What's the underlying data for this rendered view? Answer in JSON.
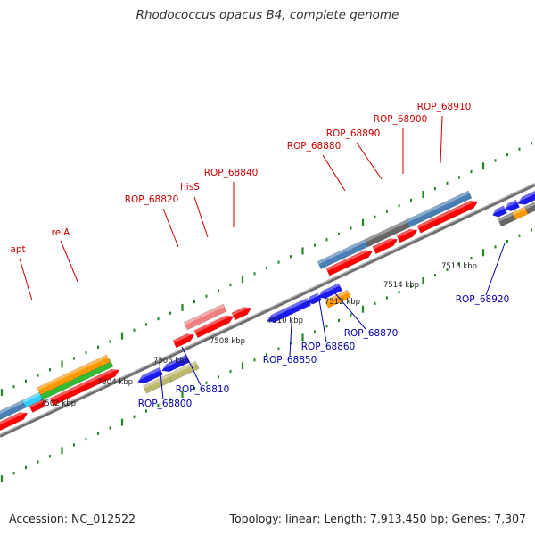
{
  "title": "Rhodococcus opacus B4, complete genome",
  "footer": {
    "accession_label": "Accession:",
    "accession": "NC_012522",
    "topology_label": "Topology:",
    "topology": "linear",
    "length_label": "Length:",
    "length": "7,913,450 bp",
    "genes_label": "Genes:",
    "genes": "7,307"
  },
  "colors": {
    "forward_label": "#cc0000",
    "reverse_label": "#0000aa",
    "backbone": "#888888",
    "tick": "#228822",
    "gene_red": "#ff0000",
    "gene_blue": "#1a1aee",
    "gene_steel": "#4a7fb5",
    "gene_gray": "#666666",
    "gene_orange": "#ff9900",
    "gene_green": "#33bb33",
    "gene_khaki": "#bdb76b",
    "gene_pink": "#ee8080",
    "gene_cyan": "#33ccff"
  },
  "scale_ticks": [
    "7502 kbp",
    "7504 kbp",
    "7506 kbp",
    "7508 kbp",
    "7510 kbp",
    "7512 kbp",
    "7514 kbp",
    "7516 kbp"
  ],
  "forward_labels": [
    "apt",
    "relA",
    "ROP_68820",
    "hisS",
    "ROP_68840",
    "ROP_68880",
    "ROP_68890",
    "ROP_68900",
    "ROP_68910"
  ],
  "reverse_labels": [
    "ROP_68800",
    "ROP_68810",
    "ROP_68850",
    "ROP_68860",
    "ROP_68870",
    "ROP_68920"
  ]
}
